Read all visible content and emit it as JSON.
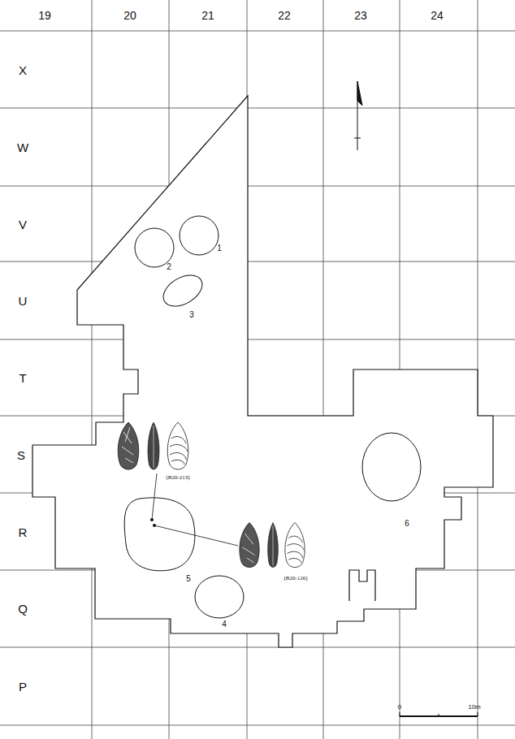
{
  "diagram": {
    "nodes": [
      {
        "text": [
          "1"
        ]
      },
      {
        "text": [
          "2"
        ]
      },
      {
        "text": [
          "3"
        ]
      },
      {
        "text": [
          "4"
        ]
      },
      {
        "text": [
          "5"
        ]
      },
      {
        "text": [
          "6"
        ]
      }
    ],
    "labels": [
      "19",
      "20",
      "21",
      "22",
      "23",
      "24",
      "X",
      "W",
      "V",
      "U",
      "T",
      "S",
      "R",
      "Q",
      "P",
      "(B20-213)",
      "(B20-126)",
      "0",
      "10m"
    ]
  }
}
